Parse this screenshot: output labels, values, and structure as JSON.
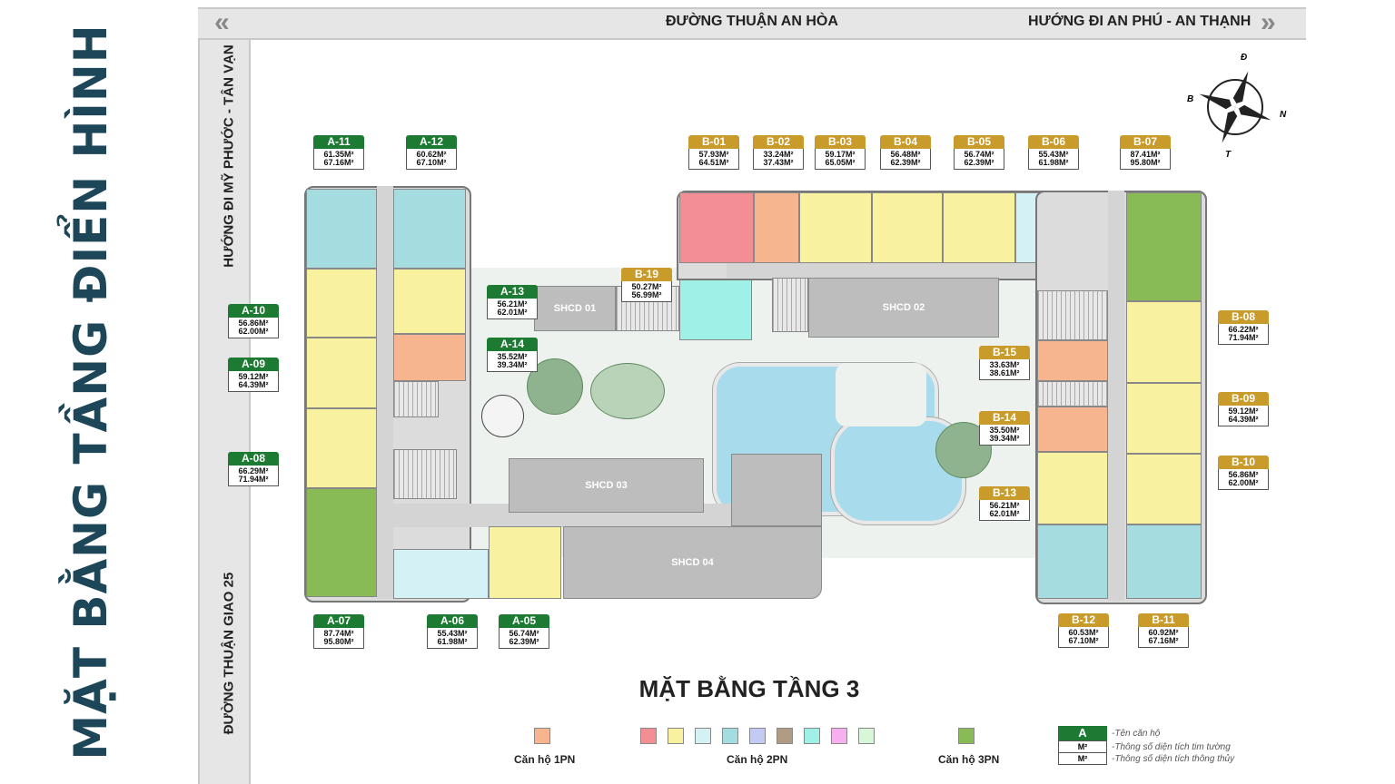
{
  "page_title": "MẶT BẰNG TẦNG ĐIỂN HÌNH",
  "floor_title": "MẶT BẰNG TẦNG 3",
  "roads": {
    "top_left": "ĐƯỜNG THUẬN AN HÒA",
    "top_right": "HƯỚNG ĐI AN PHÚ - AN THẠNH",
    "left_upper": "HƯỚNG ĐI MỸ PHƯỚC - TÂN VẠN",
    "left_lower": "ĐƯỜNG THUẬN GIAO 25"
  },
  "compass": {
    "north": "Đ",
    "east": "N",
    "south": "T",
    "west": "B"
  },
  "shcd": [
    "SHCD 01",
    "SHCD 02",
    "SHCD 03",
    "SHCD 04"
  ],
  "units": [
    {
      "code": "A-11",
      "a1": "61.35M²",
      "a2": "67.16M²"
    },
    {
      "code": "A-12",
      "a1": "60.62M²",
      "a2": "67.10M²"
    },
    {
      "code": "A-10",
      "a1": "56.86M²",
      "a2": "62.00M²"
    },
    {
      "code": "A-09",
      "a1": "59.12M²",
      "a2": "64.39M²"
    },
    {
      "code": "A-08",
      "a1": "66.29M²",
      "a2": "71.94M²"
    },
    {
      "code": "A-07",
      "a1": "87.74M²",
      "a2": "95.80M²"
    },
    {
      "code": "A-06",
      "a1": "55.43M²",
      "a2": "61.98M²"
    },
    {
      "code": "A-05",
      "a1": "56.74M²",
      "a2": "62.39M²"
    },
    {
      "code": "A-13",
      "a1": "56.21M²",
      "a2": "62.01M²"
    },
    {
      "code": "A-14",
      "a1": "35.52M²",
      "a2": "39.34M²"
    },
    {
      "code": "B-19",
      "a1": "50.27M²",
      "a2": "56.99M²"
    },
    {
      "code": "B-01",
      "a1": "57.93M²",
      "a2": "64.51M²"
    },
    {
      "code": "B-02",
      "a1": "33.24M²",
      "a2": "37.43M²"
    },
    {
      "code": "B-03",
      "a1": "59.17M²",
      "a2": "65.05M²"
    },
    {
      "code": "B-04",
      "a1": "56.48M²",
      "a2": "62.39M²"
    },
    {
      "code": "B-05",
      "a1": "56.74M²",
      "a2": "62.39M²"
    },
    {
      "code": "B-06",
      "a1": "55.43M²",
      "a2": "61.98M²"
    },
    {
      "code": "B-07",
      "a1": "87.41M²",
      "a2": "95.80M²"
    },
    {
      "code": "B-08",
      "a1": "66.22M²",
      "a2": "71.94M²"
    },
    {
      "code": "B-09",
      "a1": "59.12M²",
      "a2": "64.39M²"
    },
    {
      "code": "B-10",
      "a1": "56.86M²",
      "a2": "62.00M²"
    },
    {
      "code": "B-15",
      "a1": "33.63M²",
      "a2": "38.61M²"
    },
    {
      "code": "B-14",
      "a1": "35.50M²",
      "a2": "39.34M²"
    },
    {
      "code": "B-13",
      "a1": "56.21M²",
      "a2": "62.01M²"
    },
    {
      "code": "B-12",
      "a1": "60.53M²",
      "a2": "67.10M²"
    },
    {
      "code": "B-11",
      "a1": "60.92M²",
      "a2": "67.16M²"
    }
  ],
  "legend": {
    "one_bed": "Căn hộ 1PN",
    "two_bed": "Căn hộ 2PN",
    "three_bed": "Căn hộ 3PN",
    "key_code": "A",
    "key_m1": "M²",
    "key_m2": "M²",
    "note_code": "-Tên căn hộ",
    "note_m1": "-Thông số diện tích tim tường",
    "note_m2": "-Thông số diện tích thông thủy"
  },
  "colors": {
    "one_bed": "#f6b58e",
    "two_bed": [
      "#f28e94",
      "#f8f2a0",
      "#d4f2f6",
      "#a5dce0",
      "#c3caf4",
      "#b09c84",
      "#9ff0e6",
      "#f6b0f0",
      "#d8f6d8"
    ],
    "three_bed": "#88bb55",
    "title": "#1d4658",
    "label_a": "#1d7a33",
    "label_b": "#c99b2b"
  }
}
